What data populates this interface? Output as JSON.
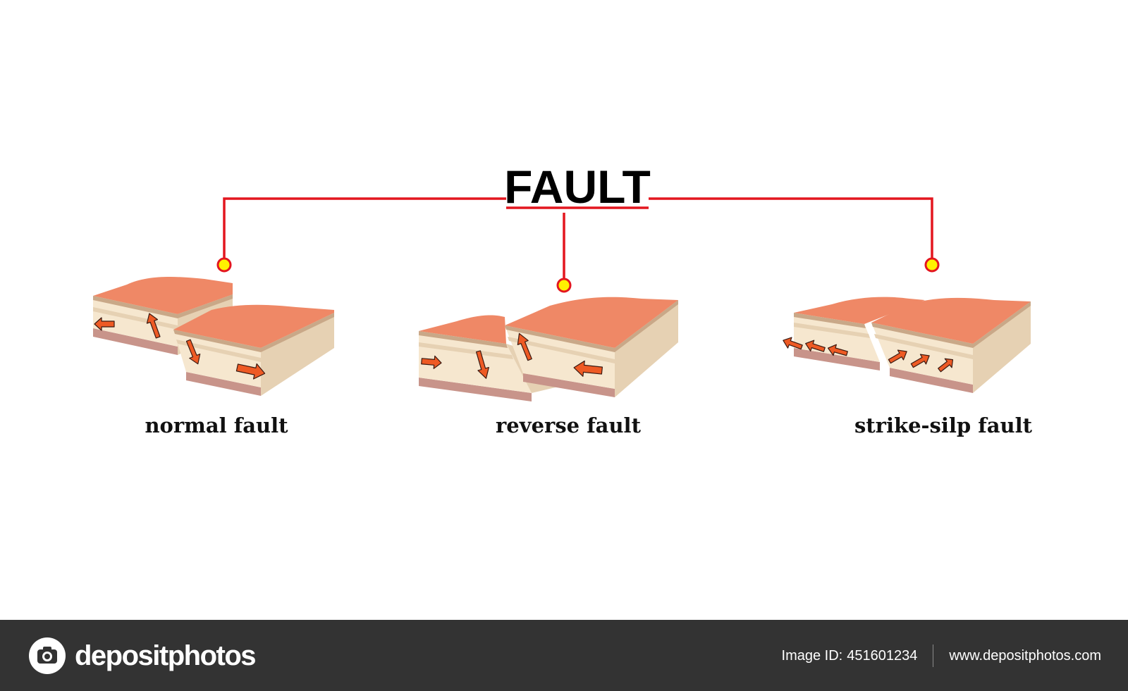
{
  "diagram": {
    "title": "FAULT",
    "colors": {
      "connector": "#e3161f",
      "node_fill": "#fff200",
      "top_surface": "#ef8866",
      "top_shadow": "#c9a888",
      "rock_layer": "#f6e7cf",
      "rock_side": "#e6d1b3",
      "base_layer": "#c8948a",
      "arrow_fill": "#ee5a24",
      "arrow_stroke": "#3a1a12"
    },
    "items": [
      {
        "id": "normal",
        "label": "normal fault"
      },
      {
        "id": "reverse",
        "label": "reverse fault"
      },
      {
        "id": "strike",
        "label": "strike-silp fault"
      }
    ]
  },
  "footer": {
    "brand": "depositphotos",
    "image_id_label": "Image ID:",
    "image_id_value": "451601234",
    "url": "www.depositphotos.com"
  }
}
